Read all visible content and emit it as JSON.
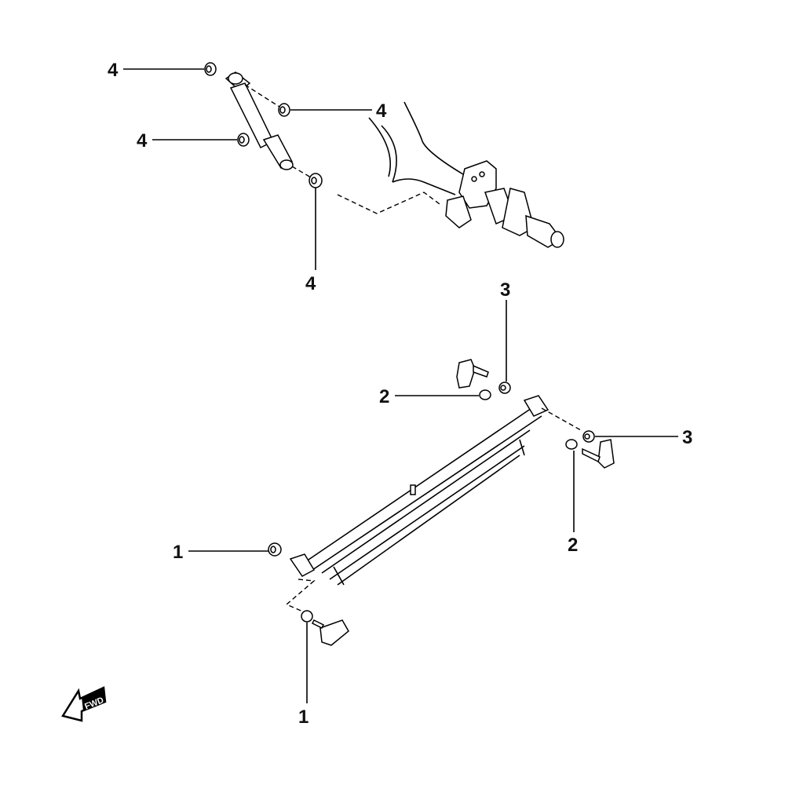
{
  "callouts": [
    {
      "number": "4"
    },
    {
      "number": "4"
    },
    {
      "number": "4"
    },
    {
      "number": "4"
    },
    {
      "number": "3"
    },
    {
      "number": "2"
    },
    {
      "number": "3"
    },
    {
      "number": "2"
    },
    {
      "number": "1"
    },
    {
      "number": "1"
    }
  ],
  "direction_arrow": {
    "label": "FWD"
  }
}
